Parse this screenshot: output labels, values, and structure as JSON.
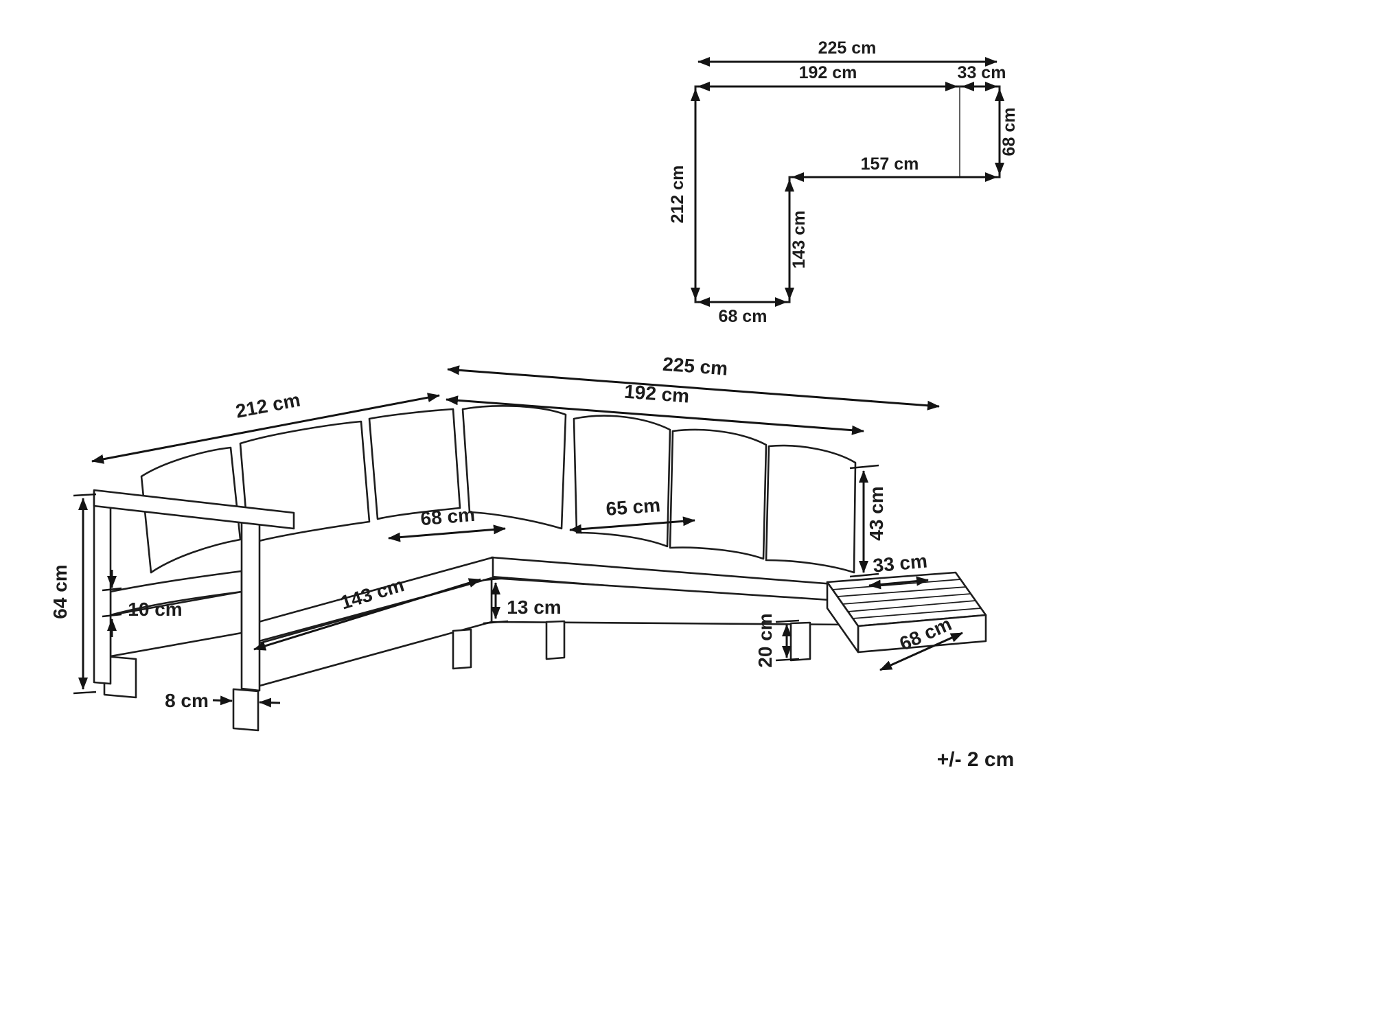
{
  "view": {
    "plan": {
      "total_width": "225 cm",
      "seat_span": "192 cm",
      "end_depth": "33 cm",
      "right_depth": "68 cm",
      "inner_width": "157 cm",
      "left_length": "212 cm",
      "inner_length": "143 cm",
      "bottom_width": "68 cm"
    },
    "perspective": {
      "total_width": "225 cm",
      "right_span": "192 cm",
      "left_length": "212 cm",
      "overall_height": "64 cm",
      "cushion_thickness": "10 cm",
      "leg_width": "8 cm",
      "seat_length": "143 cm",
      "seat_depth": "68 cm",
      "back_cushion_width": "65 cm",
      "back_cushion_height": "43 cm",
      "frame_height": "13 cm",
      "shelf_width": "33 cm",
      "leg_height": "20 cm",
      "shelf_depth": "68 cm"
    },
    "tolerance": "+/- 2 cm"
  }
}
